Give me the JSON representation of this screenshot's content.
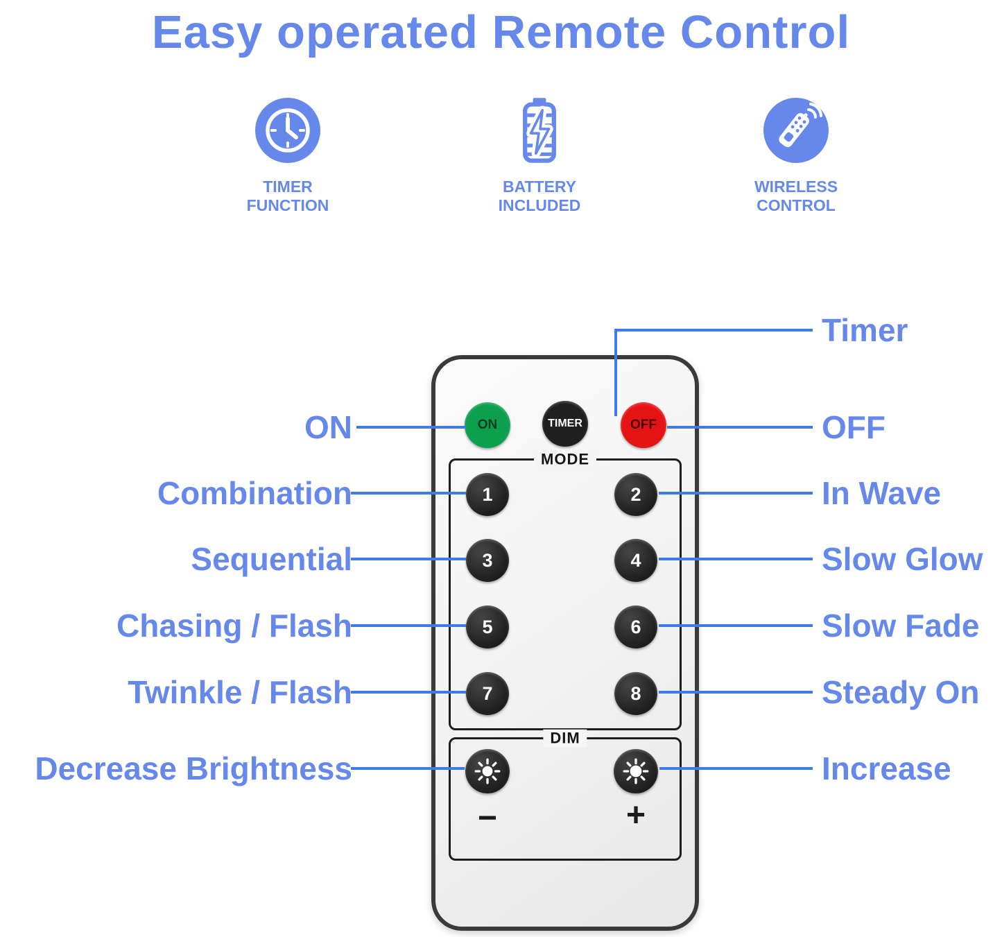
{
  "title": "Easy operated Remote Control",
  "features": [
    {
      "icon": "timer-function-icon",
      "label_line1": "TIMER",
      "label_line2": "FUNCTION"
    },
    {
      "icon": "battery-included-icon",
      "label_line1": "BATTERY",
      "label_line2": "INCLUDED"
    },
    {
      "icon": "wireless-control-icon",
      "label_line1": "WIRELESS",
      "label_line2": "CONTROL"
    }
  ],
  "remote": {
    "power_buttons": [
      {
        "label": "ON",
        "color": "#0ca04e"
      },
      {
        "label": "TIMER",
        "color": "#1f1f1f"
      },
      {
        "label": "OFF",
        "color": "#e51414"
      }
    ],
    "mode_label": "MODE",
    "mode_buttons": [
      "1",
      "2",
      "3",
      "4",
      "5",
      "6",
      "7",
      "8"
    ],
    "dim_label": "DIM",
    "dim_minus": "−",
    "dim_plus": "+"
  },
  "annotations": {
    "timer": "Timer",
    "on": "ON",
    "off": "OFF",
    "left": [
      "Combination",
      "Sequential",
      "Chasing / Flash",
      "Twinkle / Flash",
      "Decrease Brightness"
    ],
    "right": [
      "In Wave",
      "Slow Glow",
      "Slow Fade",
      "Steady On",
      "Increase"
    ]
  },
  "colors": {
    "accent_blue": "#6688ea",
    "line_blue": "#3d7be8",
    "on_green": "#0ca04e",
    "off_red": "#e51414",
    "button_dark": "#1f1f1f"
  }
}
